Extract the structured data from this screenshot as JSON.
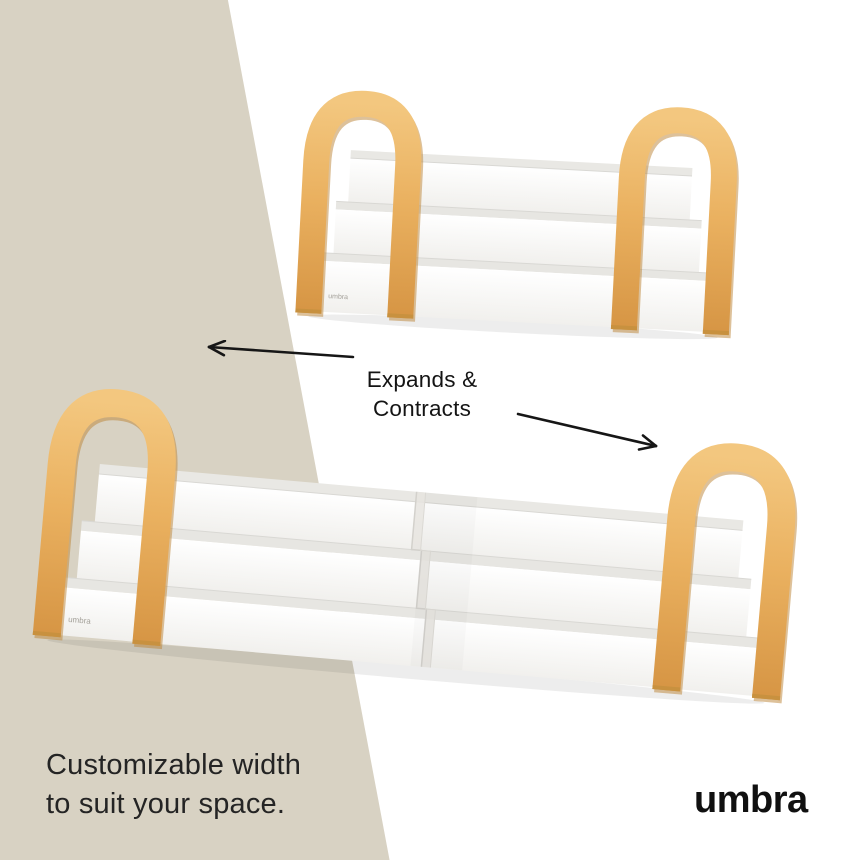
{
  "annotation": {
    "line1": "Expands &",
    "line2": "Contracts"
  },
  "caption": {
    "line1": "Customizable width",
    "line2": "to suit your space."
  },
  "brand": {
    "logo": "umbra",
    "stamp": "umbra"
  },
  "colors": {
    "background": "#ffffff",
    "accent_panel": "#d8d2c3",
    "wood": "#eab160",
    "wood_shadow": "#bb8436",
    "shelf_white": "#fafaf9",
    "shelf_top": "#e9e8e4",
    "text": "#141414"
  }
}
